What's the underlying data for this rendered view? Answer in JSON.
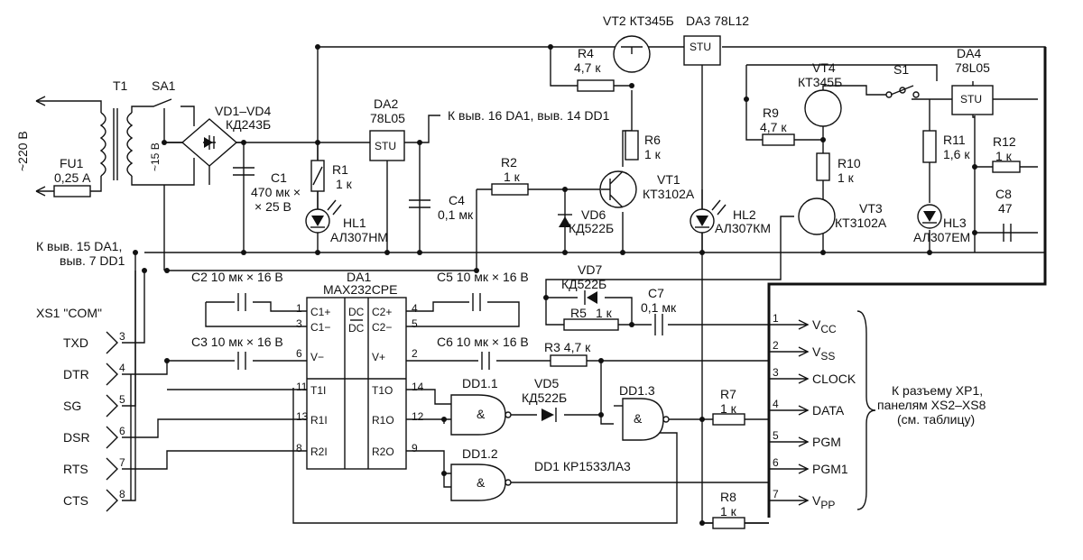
{
  "labels": {
    "t1": "T1",
    "sa1": "SA1",
    "mains": "~220 В",
    "fu1": "FU1",
    "fu1_val": "0,25 А",
    "sec_v": "~15 В",
    "vd14": "VD1–VD4",
    "vd14_type": "КД243Б",
    "c1": "C1",
    "c1_val1": "470 мк ×",
    "c1_val2": "× 25 В",
    "r1": "R1",
    "r1_val": "1 к",
    "hl1": "HL1",
    "hl1_type": "АЛ307НМ",
    "da2": "DA2",
    "da2_type": "78L05",
    "da2_note": "К выв. 16 DA1, выв. 14 DD1",
    "c4": "C4",
    "c4_val": "0,1 мк",
    "gnd_note1": "К выв. 15 DA1,",
    "gnd_note2": "выв. 7 DD1",
    "r2": "R2",
    "r2_val": "1 к",
    "vd6": "VD6",
    "vd6_type": "КД522Б",
    "vt1": "VT1",
    "vt1_type": "КТ3102А",
    "r6": "R6",
    "r6_val": "1 к",
    "r4": "R4",
    "r4_val": "4,7 к",
    "vt2": "VT2 КТ345Б",
    "da3": "DA3 78L12",
    "hl2": "HL2",
    "hl2_type": "АЛ307КМ",
    "vt4": "VT4",
    "vt4_type": "КТ345Б",
    "s1": "S1",
    "da4": "DA4",
    "da4_type": "78L05",
    "r9": "R9",
    "r9_val": "4,7 к",
    "r10": "R10",
    "r10_val": "1 к",
    "r11": "R11",
    "r11_val": "1,6 к",
    "r12": "R12",
    "r12_val": "1 к",
    "c8": "C8",
    "c8_val": "47",
    "vt3": "VT3",
    "vt3_type": "КТ3102А",
    "hl3": "HL3",
    "hl3_type": "АЛ307ЕМ",
    "xs1": "XS1 \"COM\"",
    "c2": "C2 10 мк × 16 В",
    "c3": "C3 10 мк × 16 В",
    "c5": "C5 10 мк × 16 В",
    "c6": "C6 10 мк × 16 В",
    "da1": "DA1",
    "da1_type": "MAX232CPE",
    "vd7": "VD7",
    "vd7_type": "КД522Б",
    "c7": "C7",
    "c7_val": "0,1 мк",
    "r5": "R5",
    "r5_val": "1 к",
    "r3": "R3 4,7 к",
    "dd11": "DD1.1",
    "dd12": "DD1.2",
    "dd13": "DD1.3",
    "vd5": "VD5",
    "vd5_type": "КД522Б",
    "dd1": "DD1 КР1533ЛА3",
    "r7": "R7",
    "r7_val": "1 к",
    "r8": "R8",
    "r8_val": "1 к",
    "xp1_note1": "К разъему XP1,",
    "xp1_note2": "панелям XS2–XS8",
    "xp1_note3": "(см. таблицу)",
    "stu": "STU",
    "dc": "DC"
  },
  "com_signals": [
    "TXD",
    "DTR",
    "SG",
    "DSR",
    "RTS",
    "CTS"
  ],
  "com_pins": [
    "3",
    "4",
    "5",
    "6",
    "7",
    "8"
  ],
  "out_signals": [
    "V",
    "V",
    "CLOCK",
    "DATA",
    "PGM",
    "PGM1",
    "V"
  ],
  "out_subs": [
    "CC",
    "SS",
    "",
    "",
    "",
    "",
    "PP"
  ],
  "out_pins": [
    "1",
    "2",
    "3",
    "4",
    "5",
    "6",
    "7"
  ],
  "da1_pins_left": [
    "1",
    "3",
    "6",
    "11",
    "13",
    "8"
  ],
  "da1_pins_right": [
    "4",
    "5",
    "2",
    "14",
    "12",
    "9"
  ],
  "da1_left_names": [
    "C1+",
    "C1−",
    "V−",
    "T1I",
    "R1I",
    "R2I"
  ],
  "da1_right_names": [
    "C2+",
    "C2−",
    "V+",
    "T1O",
    "R1O",
    "R2O"
  ]
}
